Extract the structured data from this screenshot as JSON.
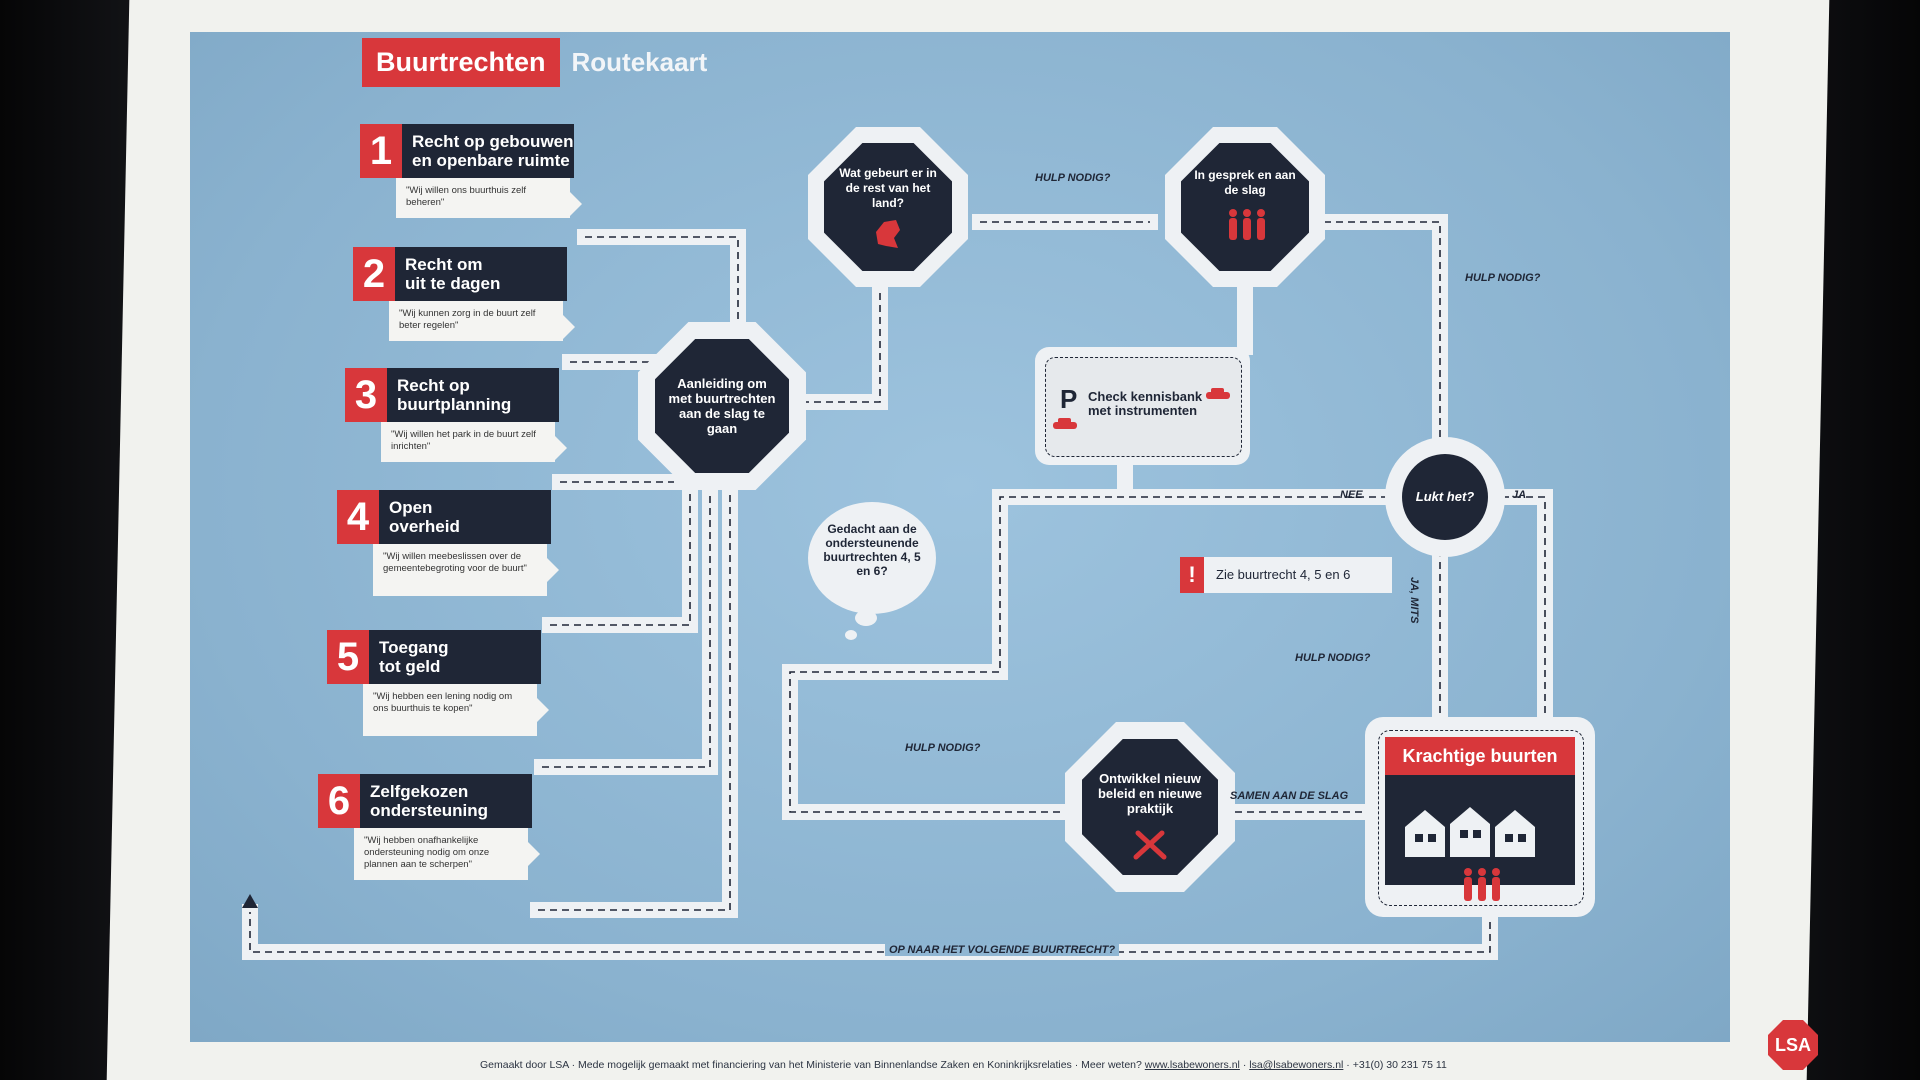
{
  "title": {
    "main": "Buurtrechten",
    "sub": "Routekaart"
  },
  "rights": [
    {
      "num": "1",
      "title_lines": [
        "Recht op gebouwen",
        "en openbare ruimte"
      ],
      "quote": "\"Wij willen ons buurthuis zelf beheren\""
    },
    {
      "num": "2",
      "title_lines": [
        "Recht om",
        "uit te dagen"
      ],
      "quote": "\"Wij kunnen zorg in de buurt zelf beter regelen\""
    },
    {
      "num": "3",
      "title_lines": [
        "Recht op",
        "buurtplanning"
      ],
      "quote": "\"Wij willen het park in de buurt zelf inrichten\""
    },
    {
      "num": "4",
      "title_lines": [
        "Open",
        "overheid"
      ],
      "quote": "\"Wij willen meebeslissen over de gemeentebegroting voor de buurt\""
    },
    {
      "num": "5",
      "title_lines": [
        "Toegang",
        "tot geld"
      ],
      "quote": "\"Wij hebben een lening nodig om ons buurthuis te kopen\""
    },
    {
      "num": "6",
      "title_lines": [
        "Zelfgekozen",
        "ondersteuning"
      ],
      "quote": "\"Wij hebben onafhankelijke ondersteuning nodig om onze plannen aan te scherpen\""
    }
  ],
  "nodes": {
    "aanleiding": "Aanleiding om met buurtrechten aan de slag te gaan",
    "rest_land": "Wat gebeurt er in de rest van het land?",
    "gesprek": "In gesprek en aan de slag",
    "kennisbank_p": "P",
    "kennisbank": "Check kennisbank met instrumenten",
    "lukt": "Lukt het?",
    "ontwikkel": "Ontwikkel nieuw beleid en nieuwe praktijk",
    "krachtige": "Krachtige buurten",
    "gedacht": "Gedacht aan de ondersteunende buurtrechten 4, 5 en 6?",
    "zie": "Zie buurtrecht 4, 5 en 6",
    "zie_mark": "!"
  },
  "road_labels": {
    "hulp": "HULP NODIG?",
    "nee": "NEE",
    "ja": "JA",
    "ja_mits": "JA, MITS",
    "samen": "SAMEN AAN DE SLAG",
    "volgende": "OP NAAR HET VOLGENDE BUURTRECHT?"
  },
  "footer": {
    "text": "Gemaakt door LSA · Mede mogelijk gemaakt met financiering van het Ministerie van Binnenlandse Zaken en Koninkrijksrelaties · Meer weten?",
    "url": "www.lsabewoners.nl",
    "email": "lsa@lsabewoners.nl",
    "phone": "+31(0) 30 231 75 11",
    "logo": "LSA"
  },
  "colors": {
    "accent_red": "#d8373b",
    "navy": "#1f2636",
    "map_blue": "#8fb6d3",
    "road": "#eef1f4"
  }
}
